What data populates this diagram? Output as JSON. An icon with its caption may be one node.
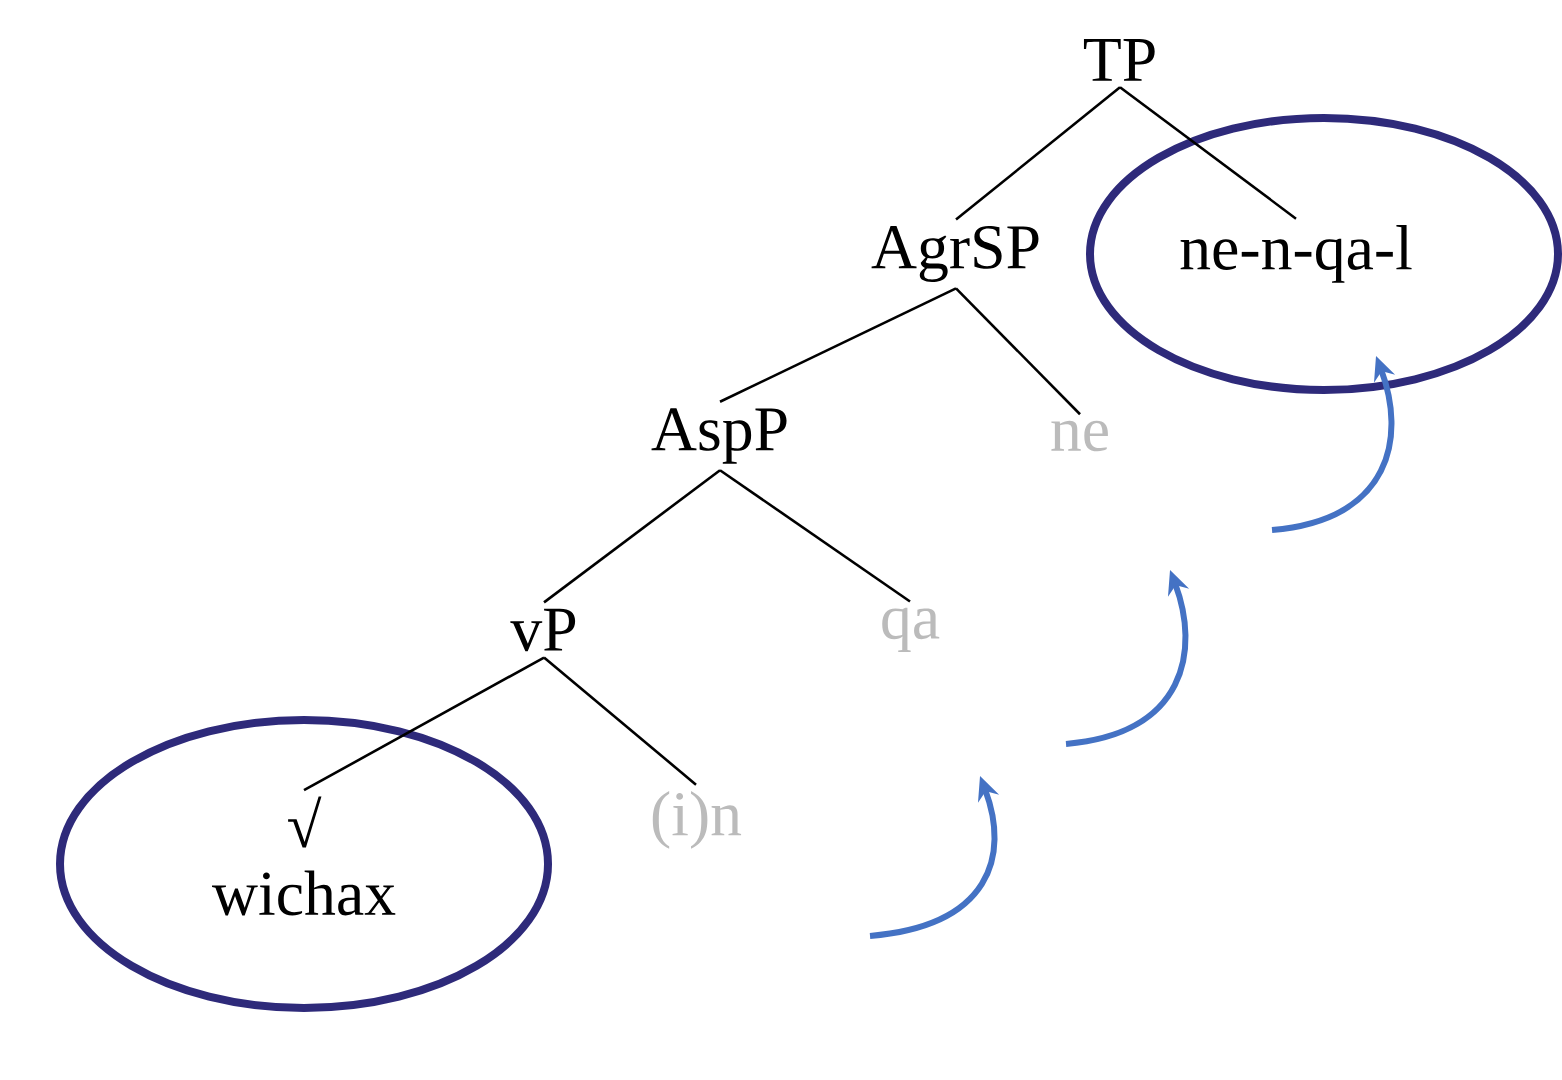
{
  "diagram": {
    "nodes": [
      {
        "text": [
          "TP"
        ]
      },
      {
        "text": [
          "AgrSP"
        ]
      },
      {
        "text": [
          "ne-n-qa-l"
        ]
      },
      {
        "text": [
          "AspP"
        ]
      },
      {
        "text": [
          "ne"
        ]
      },
      {
        "text": [
          "vP"
        ]
      },
      {
        "text": [
          "qa"
        ]
      },
      {
        "text": [
          "√",
          "wichax"
        ]
      },
      {
        "text": [
          "(i)n"
        ]
      }
    ],
    "edges": [
      {
        "from": 0,
        "to": 1,
        "arrow": "none"
      },
      {
        "from": 0,
        "to": 2,
        "arrow": "none"
      },
      {
        "from": 1,
        "to": 3,
        "arrow": "none"
      },
      {
        "from": 1,
        "to": 4,
        "arrow": "none"
      },
      {
        "from": 3,
        "to": 5,
        "arrow": "none"
      },
      {
        "from": 3,
        "to": 6,
        "arrow": "none"
      },
      {
        "from": 5,
        "to": 7,
        "arrow": "none"
      },
      {
        "from": 5,
        "to": 8,
        "arrow": "none"
      }
    ]
  }
}
